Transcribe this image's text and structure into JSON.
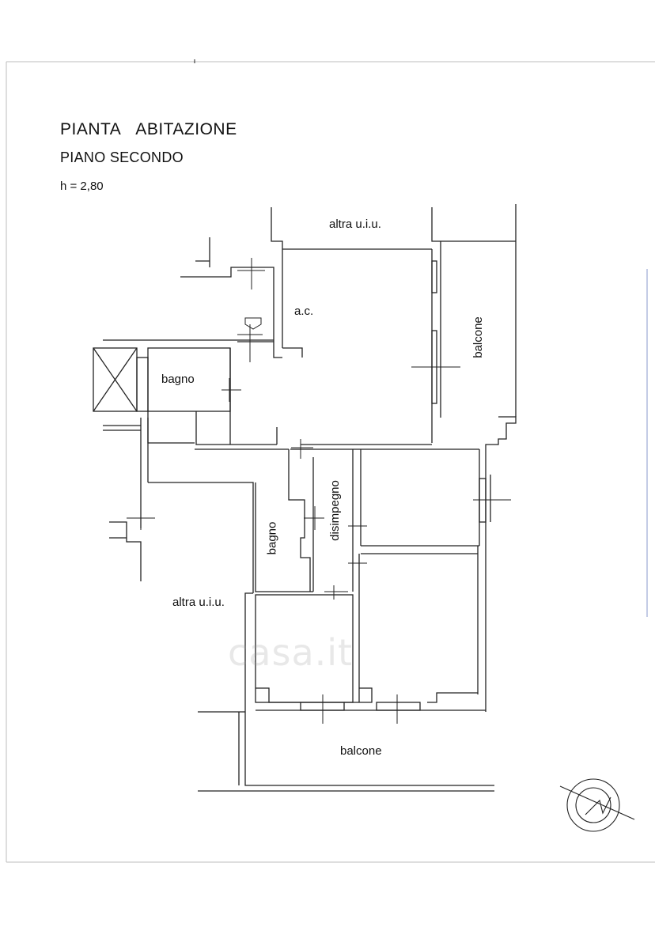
{
  "header": {
    "title": "PIANTA    ABITAZIONE",
    "subtitle": "PIANO SECONDO",
    "height": "h = 2,80"
  },
  "rooms": {
    "altra_top": "altra u.i.u.",
    "ac": "a.c.",
    "balcone_right": "balcone",
    "bagno_upper": "bagno",
    "bagno_lower": "bagno",
    "disimpegno": "disimpegno",
    "altra_left": "altra u.i.u.",
    "balcone_bottom": "balcone"
  },
  "watermark": "casa.it",
  "icons": {
    "north_arrow": "north-arrow-icon",
    "entrance": "entrance-arrow-icon"
  },
  "colors": {
    "line": "#222222",
    "frame": "#b9b9b9",
    "watermark": "#969696"
  }
}
